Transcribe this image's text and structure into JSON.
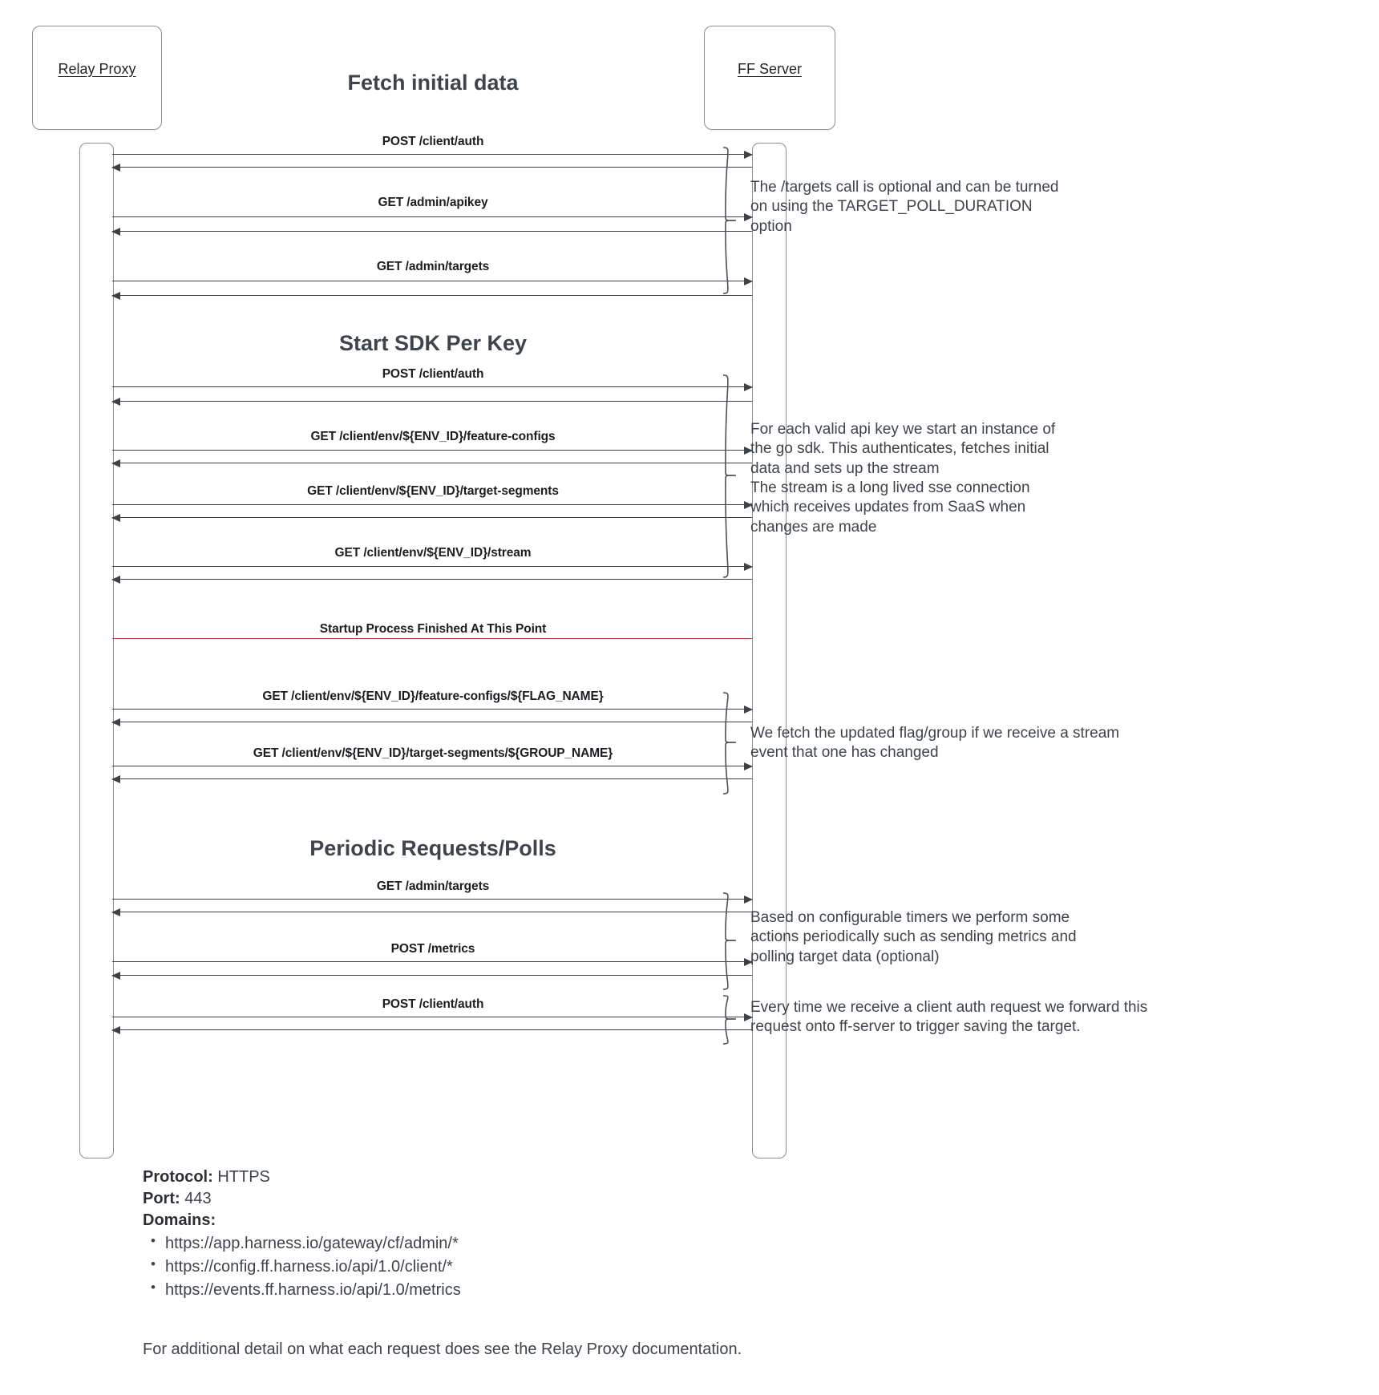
{
  "diagram": {
    "participants": [
      {
        "id": "relay-proxy",
        "label": "Relay Proxy"
      },
      {
        "id": "ff-server",
        "label": "FF Server"
      }
    ],
    "sections": [
      {
        "id": "fetch-initial-data",
        "title": "Fetch initial data"
      },
      {
        "id": "start-sdk-per-key",
        "title": "Start SDK Per Key"
      },
      {
        "id": "periodic-requests-polls",
        "title": "Periodic Requests/Polls"
      }
    ],
    "messages": [
      {
        "id": "m1",
        "label": "POST /client/auth"
      },
      {
        "id": "m2",
        "label": "GET /admin/apikey"
      },
      {
        "id": "m3",
        "label": "GET /admin/targets"
      },
      {
        "id": "m4",
        "label": "POST /client/auth"
      },
      {
        "id": "m5",
        "label": "GET /client/env/${ENV_ID}/feature-configs"
      },
      {
        "id": "m6",
        "label": "GET /client/env/${ENV_ID}/target-segments"
      },
      {
        "id": "m7",
        "label": "GET /client/env/${ENV_ID}/stream"
      },
      {
        "id": "m8",
        "label": "GET /client/env/${ENV_ID}/feature-configs/${FLAG_NAME}"
      },
      {
        "id": "m9",
        "label": "GET /client/env/${ENV_ID}/target-segments/${GROUP_NAME}"
      },
      {
        "id": "m10",
        "label": "GET /admin/targets"
      },
      {
        "id": "m11",
        "label": "POST /metrics"
      },
      {
        "id": "m12",
        "label": "POST /client/auth"
      }
    ],
    "divider": {
      "label": "Startup Process Finished At This Point",
      "color": "#b03a43"
    },
    "notes": [
      {
        "id": "note-targets-optional",
        "text": "The /targets call is optional and can be turned\non using the TARGET_POLL_DURATION\noption"
      },
      {
        "id": "note-sdk-instance",
        "text": "For each valid api key we start an instance of\nthe go sdk. This authenticates, fetches initial\ndata and sets up the stream\nThe stream is a long lived sse connection\nwhich receives updates from SaaS when\nchanges are made"
      },
      {
        "id": "note-stream-event",
        "text": "We fetch the updated flag/group if we receive a stream\nevent that one has changed"
      },
      {
        "id": "note-periodic-timers",
        "text": "Based on configurable timers we perform some\nactions periodically such as sending metrics and\npolling target data (optional)"
      },
      {
        "id": "note-client-auth-forward",
        "text": "Every time we receive a client auth request we forward this\nrequest onto ff-server to trigger saving the target."
      }
    ]
  },
  "info": {
    "protocol_key": "Protocol:",
    "protocol_value": "HTTPS",
    "port_key": "Port:",
    "port_value": "443",
    "domains_key": "Domains:",
    "domains": [
      "https://app.harness.io/gateway/cf/admin/*",
      "https://config.ff.harness.io/api/1.0/client/*",
      "https://events.ff.harness.io/api/1.0/metrics"
    ]
  },
  "footnote": "For additional detail on what each request does see the Relay Proxy documentation."
}
